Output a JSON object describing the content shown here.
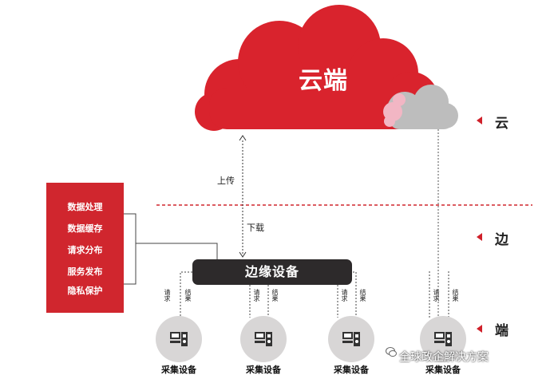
{
  "cloud": {
    "title": "云端"
  },
  "tiers": {
    "cloud": "云",
    "edge": "边",
    "end": "端"
  },
  "flow": {
    "upload": "上传",
    "download": "下载"
  },
  "functions": [
    "数据处理",
    "数据缓存",
    "请求分布",
    "服务发布",
    "隐私保护"
  ],
  "edge_device": {
    "label": "边缘设备"
  },
  "devices": [
    {
      "label": "采集设备",
      "request": "请求",
      "result": "结果"
    },
    {
      "label": "采集设备",
      "request": "请求",
      "result": "结果"
    },
    {
      "label": "采集设备",
      "request": "请求",
      "result": "结果"
    },
    {
      "label": "采集设备",
      "request": "请求",
      "result": "结果"
    }
  ],
  "watermark": "全球政企解决方案",
  "colors": {
    "accent_red": "#d0262e",
    "cloud_red": "#d9232d",
    "dark": "#2d2a2b",
    "device_gray": "#d8d6d6",
    "small_cloud_gray": "#bdbdbd",
    "pink": "#f2b6c4"
  }
}
